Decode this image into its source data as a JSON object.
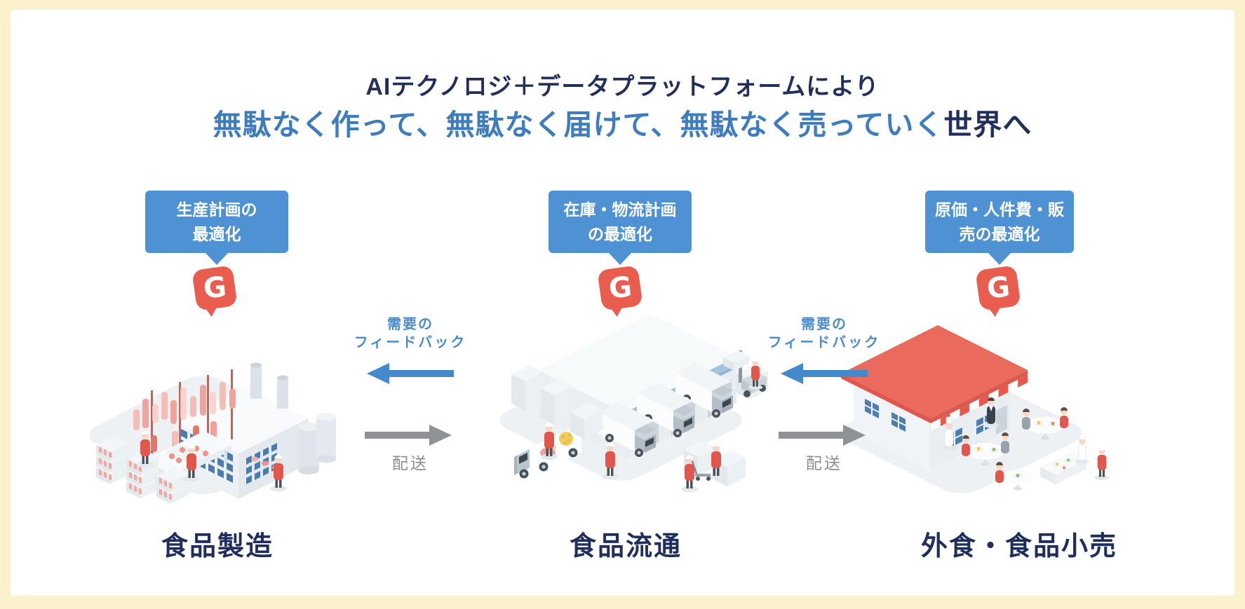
{
  "title": {
    "line1": "AIテクノロジ＋データプラットフォームにより",
    "line2_highlight": "無駄なく作って、無駄なく届けて、無駄なく売っていく",
    "line2_tail": "世界へ"
  },
  "pin": {
    "letter": "G"
  },
  "columns": [
    {
      "callout_lines": [
        "生産計画の",
        "最適化"
      ],
      "label": "食品製造"
    },
    {
      "callout_lines": [
        "在庫・物流計画",
        "の最適化"
      ],
      "label": "食品流通"
    },
    {
      "callout_lines": [
        "原価・人件費・販",
        "売の最適化"
      ],
      "label": "外食・食品小売"
    }
  ],
  "flows": [
    {
      "feedback_lines": [
        "需要の",
        "フィードバック"
      ],
      "delivery": "配送"
    },
    {
      "feedback_lines": [
        "需要の",
        "フィードバック"
      ],
      "delivery": "配送"
    }
  ],
  "colors": {
    "frame_cream": "#FCF1CD",
    "navy": "#1F2E5C",
    "title_blue": "#3E7CBE",
    "callout_blue": "#4E92D4",
    "arrow_blue": "#4489CC",
    "arrow_gray": "#8F9396",
    "pin_red": "#E95D4F"
  }
}
